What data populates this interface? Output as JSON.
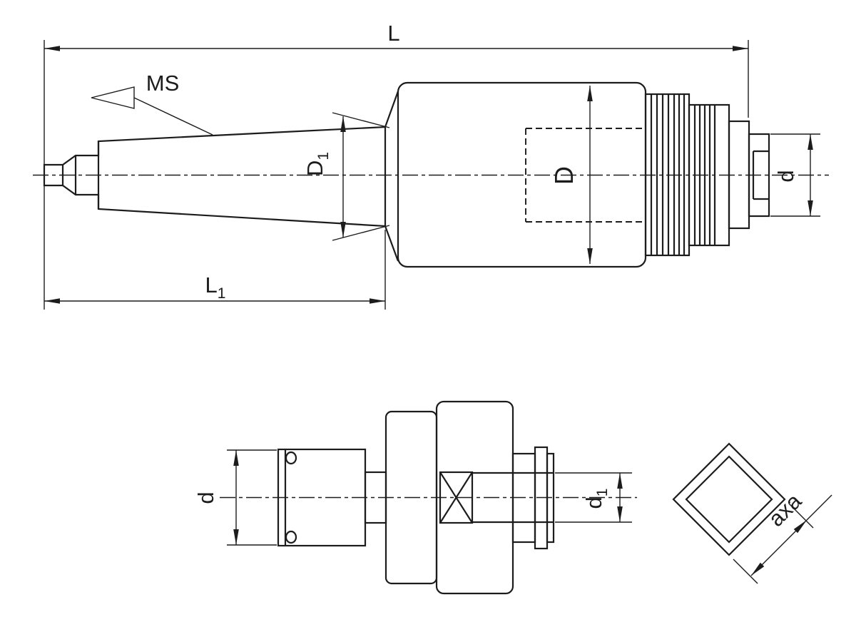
{
  "drawing": {
    "colors": {
      "line": "#1c1c1c",
      "background": "#ffffff"
    },
    "labels": {
      "overall_length": {
        "text": "L",
        "sub": ""
      },
      "morse_taper": {
        "text": "MS",
        "sub": ""
      },
      "taper_diameter": {
        "text": "D",
        "sub": "1"
      },
      "body_diameter": {
        "text": "D",
        "sub": ""
      },
      "nose_diameter": {
        "text": "d",
        "sub": ""
      },
      "shank_length": {
        "text": "L",
        "sub": "1"
      },
      "insert_shank_diameter": {
        "text": "d",
        "sub": ""
      },
      "insert_bore_diameter": {
        "text": "d",
        "sub": "1"
      },
      "square_size": {
        "text": "axa",
        "sub": ""
      }
    }
  }
}
